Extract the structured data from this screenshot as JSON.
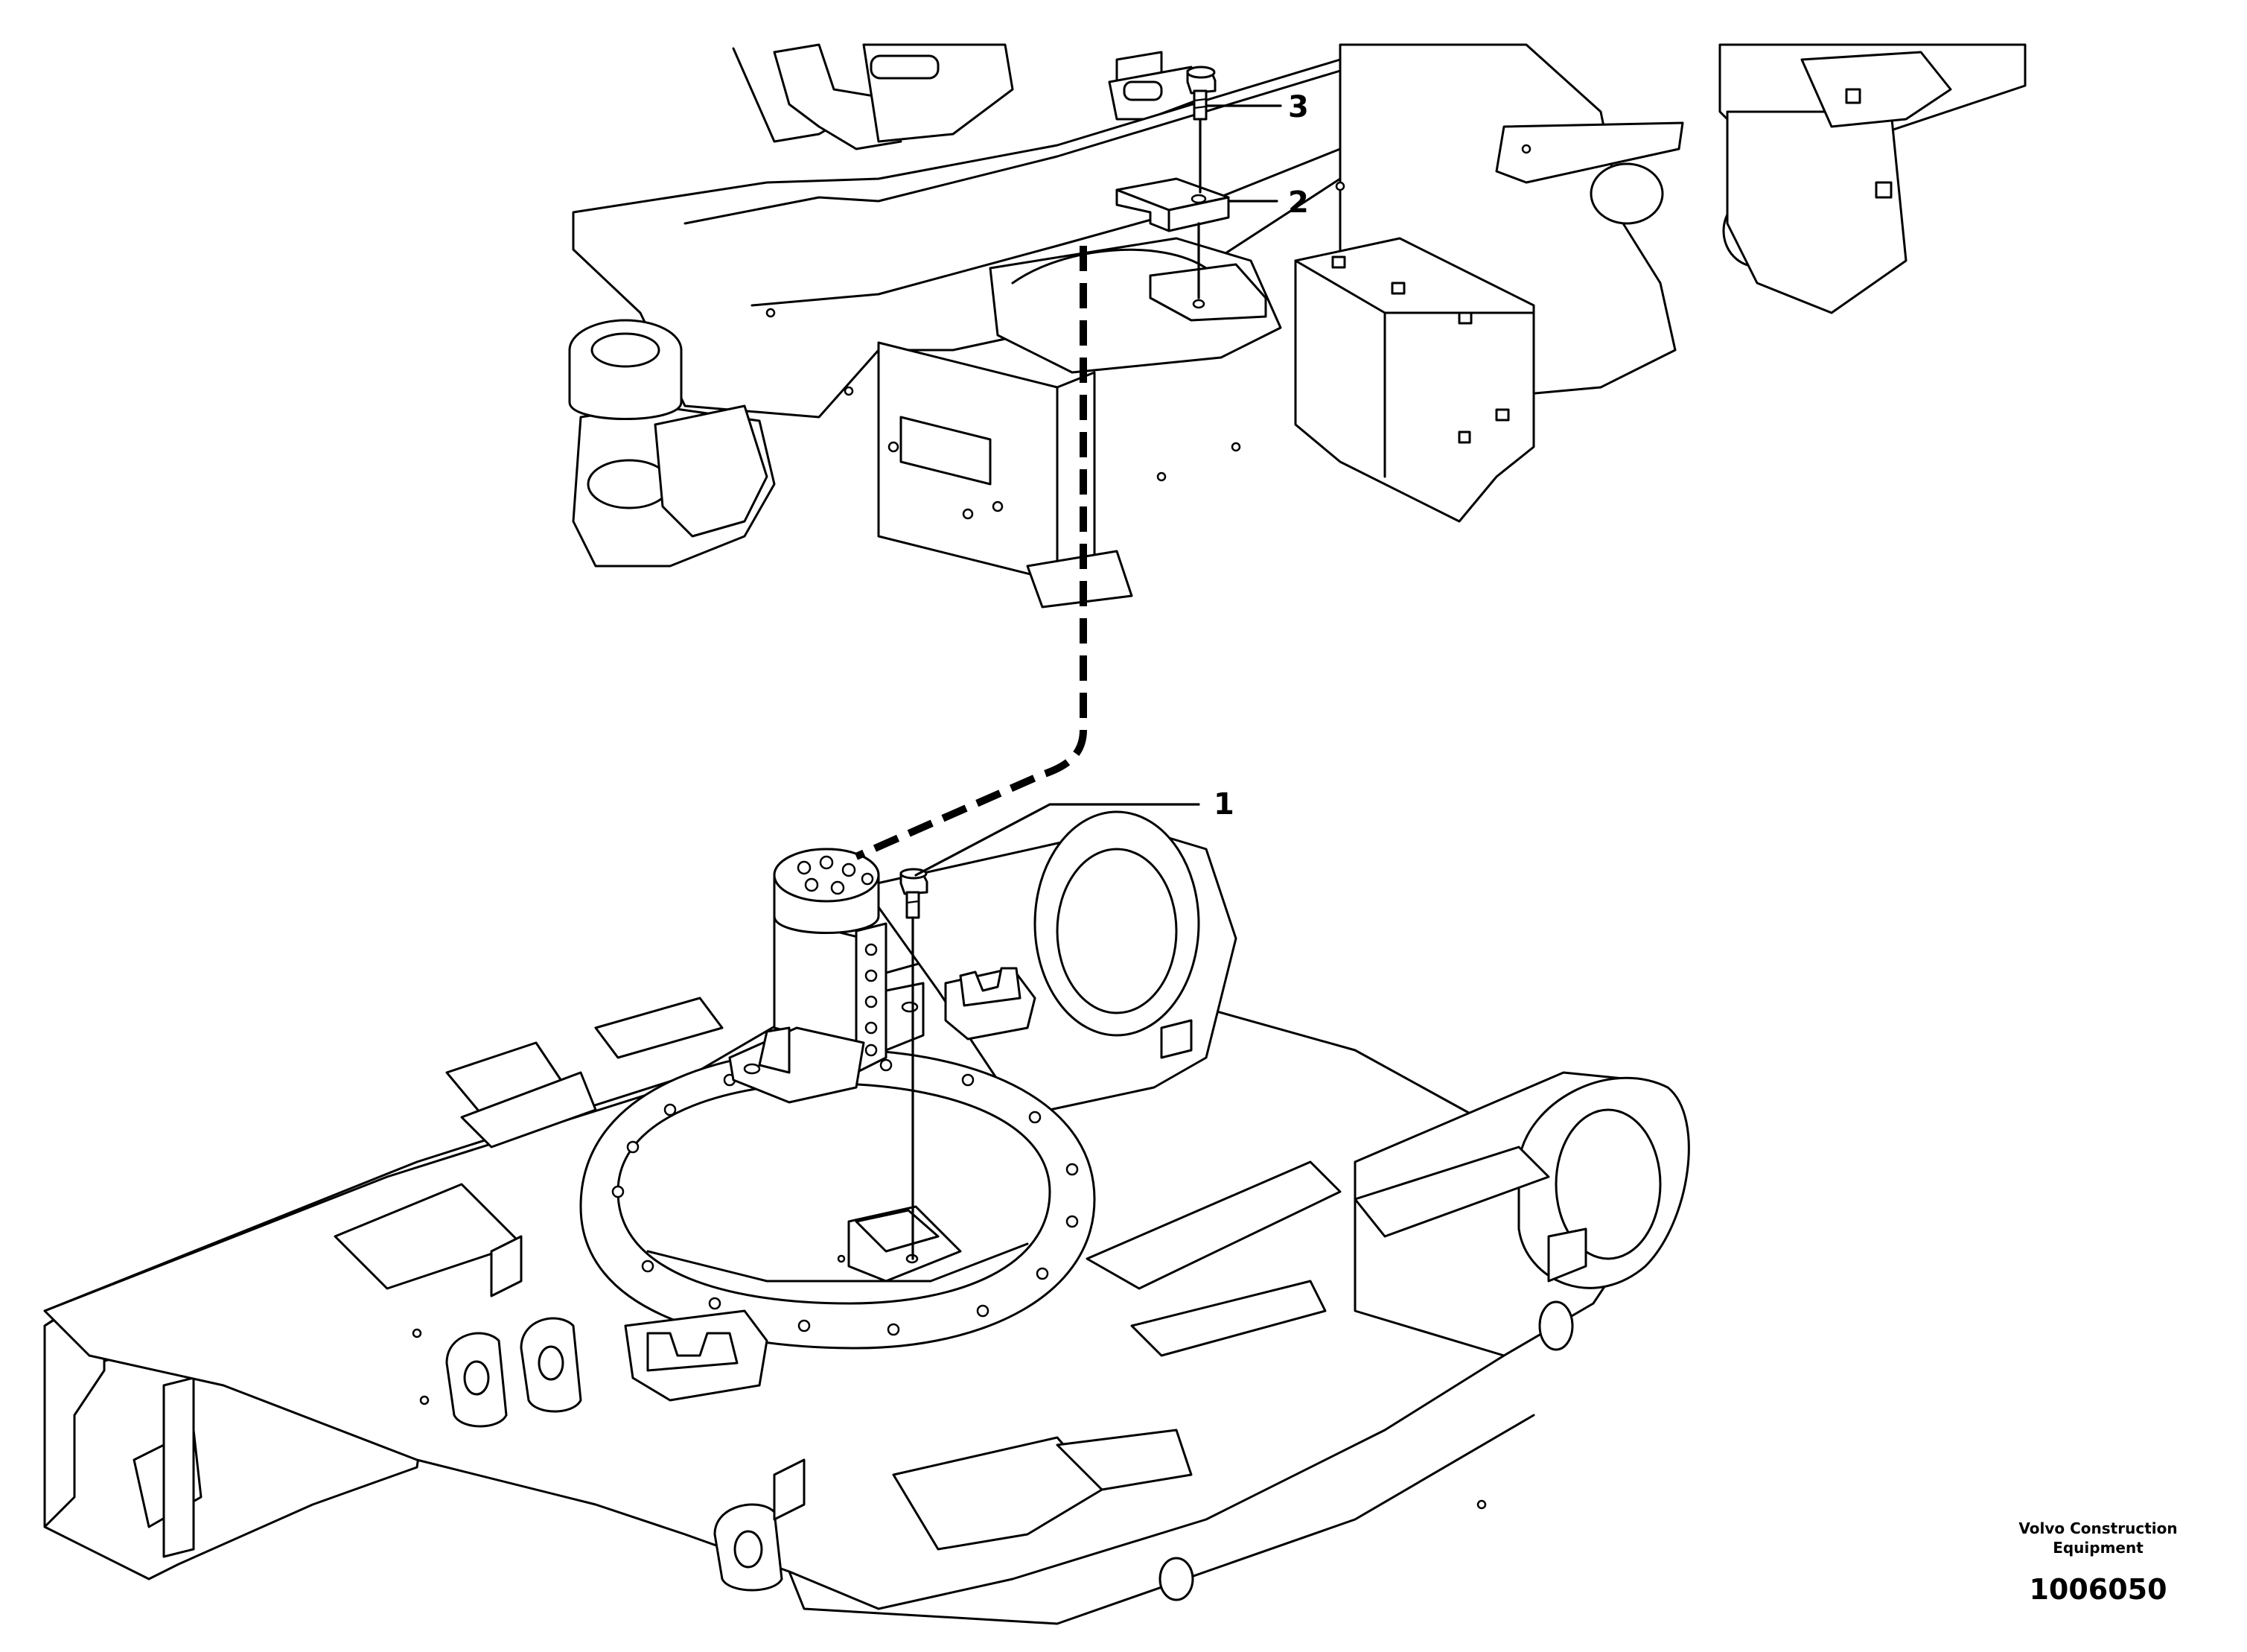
{
  "callouts": [
    {
      "number": "1",
      "part": "swivel-joint"
    },
    {
      "number": "2",
      "part": "stopper-block"
    },
    {
      "number": "3",
      "part": "bolt"
    }
  ],
  "footer": {
    "brand_line_1": "Volvo Construction",
    "brand_line_2": "Equipment",
    "figure_id": "1006050"
  }
}
